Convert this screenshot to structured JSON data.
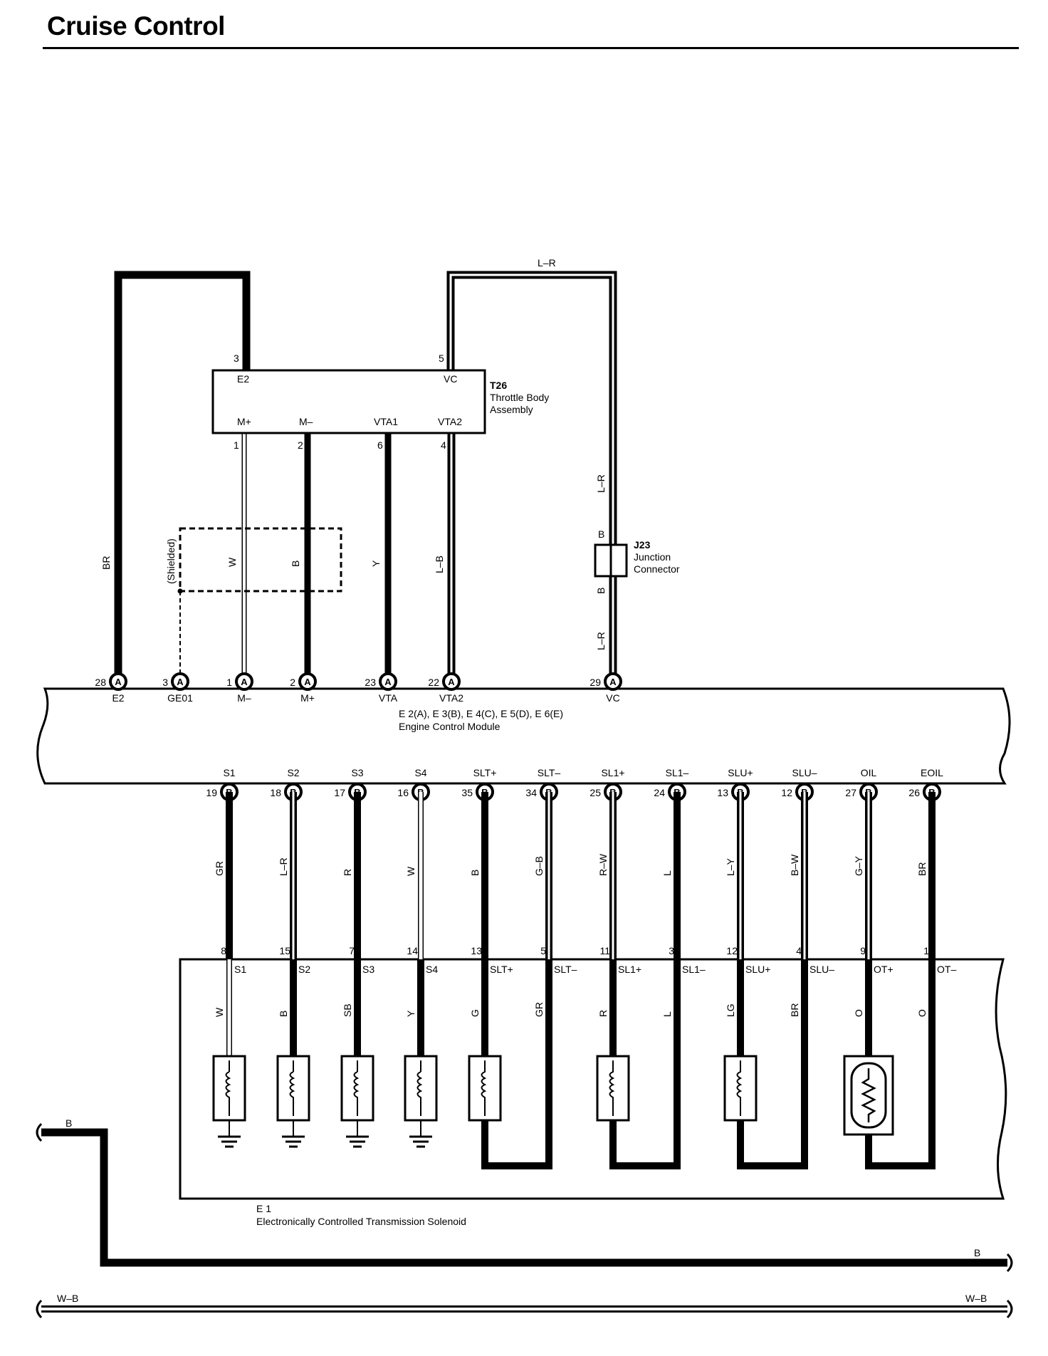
{
  "page": {
    "title": "Cruise Control"
  },
  "ecm": {
    "connectors": "E 2(A), E 3(B), E 4(C), E 5(D), E 6(E)",
    "name": "Engine Control Module",
    "top_terminals": [
      {
        "pin": "28",
        "conn": "A",
        "name": "E2",
        "wire": "BR"
      },
      {
        "pin": "3",
        "conn": "A",
        "name": "GE01",
        "wire": ""
      },
      {
        "pin": "1",
        "conn": "A",
        "name": "M–",
        "wire": "W"
      },
      {
        "pin": "2",
        "conn": "A",
        "name": "M+",
        "wire": "B"
      },
      {
        "pin": "23",
        "conn": "A",
        "name": "VTA",
        "wire": "Y"
      },
      {
        "pin": "22",
        "conn": "A",
        "name": "VTA2",
        "wire": "L–B"
      },
      {
        "pin": "29",
        "conn": "A",
        "name": "VC",
        "wire": "L–R"
      }
    ],
    "bottom_terminals": [
      {
        "pin": "19",
        "conn": "B",
        "name": "S1",
        "wire": "GR"
      },
      {
        "pin": "18",
        "conn": "B",
        "name": "S2",
        "wire": "L–R"
      },
      {
        "pin": "17",
        "conn": "B",
        "name": "S3",
        "wire": "R"
      },
      {
        "pin": "16",
        "conn": "B",
        "name": "S4",
        "wire": "W"
      },
      {
        "pin": "35",
        "conn": "B",
        "name": "SLT+",
        "wire": "B"
      },
      {
        "pin": "34",
        "conn": "B",
        "name": "SLT–",
        "wire": "G–B"
      },
      {
        "pin": "25",
        "conn": "B",
        "name": "SL1+",
        "wire": "R–W"
      },
      {
        "pin": "24",
        "conn": "B",
        "name": "SL1–",
        "wire": "L"
      },
      {
        "pin": "13",
        "conn": "B",
        "name": "SLU+",
        "wire": "L–Y"
      },
      {
        "pin": "12",
        "conn": "B",
        "name": "SLU–",
        "wire": "B–W"
      },
      {
        "pin": "27",
        "conn": "B",
        "name": "OIL",
        "wire": "G–Y"
      },
      {
        "pin": "26",
        "conn": "B",
        "name": "EOIL",
        "wire": "BR"
      }
    ]
  },
  "throttle": {
    "id": "T26",
    "name_line1": "Throttle Body",
    "name_line2": "Assembly",
    "terminals": [
      {
        "pin": "3",
        "name": "E2"
      },
      {
        "pin": "5",
        "name": "VC"
      },
      {
        "pin": "1",
        "name": "M+"
      },
      {
        "pin": "2",
        "name": "M–"
      },
      {
        "pin": "6",
        "name": "VTA1"
      },
      {
        "pin": "4",
        "name": "VTA2"
      }
    ],
    "top_wire": "L–R",
    "shielded": "(Shielded)"
  },
  "junction": {
    "id": "J23",
    "name_line1": "Junction",
    "name_line2": "Connector",
    "in_pin": "B",
    "out_pin": "B",
    "wire_above": "L–R",
    "wire_below": "L–R"
  },
  "solenoid": {
    "id": "E 1",
    "name": "Electronically Controlled Transmission Solenoid",
    "terminals": [
      {
        "pin": "8",
        "name": "S1",
        "wire": "W"
      },
      {
        "pin": "15",
        "name": "S2",
        "wire": "B"
      },
      {
        "pin": "7",
        "name": "S3",
        "wire": "SB"
      },
      {
        "pin": "14",
        "name": "S4",
        "wire": "Y"
      },
      {
        "pin": "13",
        "name": "SLT+",
        "wire": "G"
      },
      {
        "pin": "5",
        "name": "SLT–",
        "wire": "GR"
      },
      {
        "pin": "11",
        "name": "SL1+",
        "wire": "R"
      },
      {
        "pin": "3",
        "name": "SL1–",
        "wire": "L"
      },
      {
        "pin": "12",
        "name": "SLU+",
        "wire": "LG"
      },
      {
        "pin": "4",
        "name": "SLU–",
        "wire": "BR"
      },
      {
        "pin": "9",
        "name": "OT+",
        "wire": "O"
      },
      {
        "pin": "1",
        "name": "OT–",
        "wire": "O"
      }
    ]
  },
  "ground_bus": {
    "b_left": "B",
    "b_right": "B",
    "wb_left": "W–B",
    "wb_right": "W–B"
  }
}
